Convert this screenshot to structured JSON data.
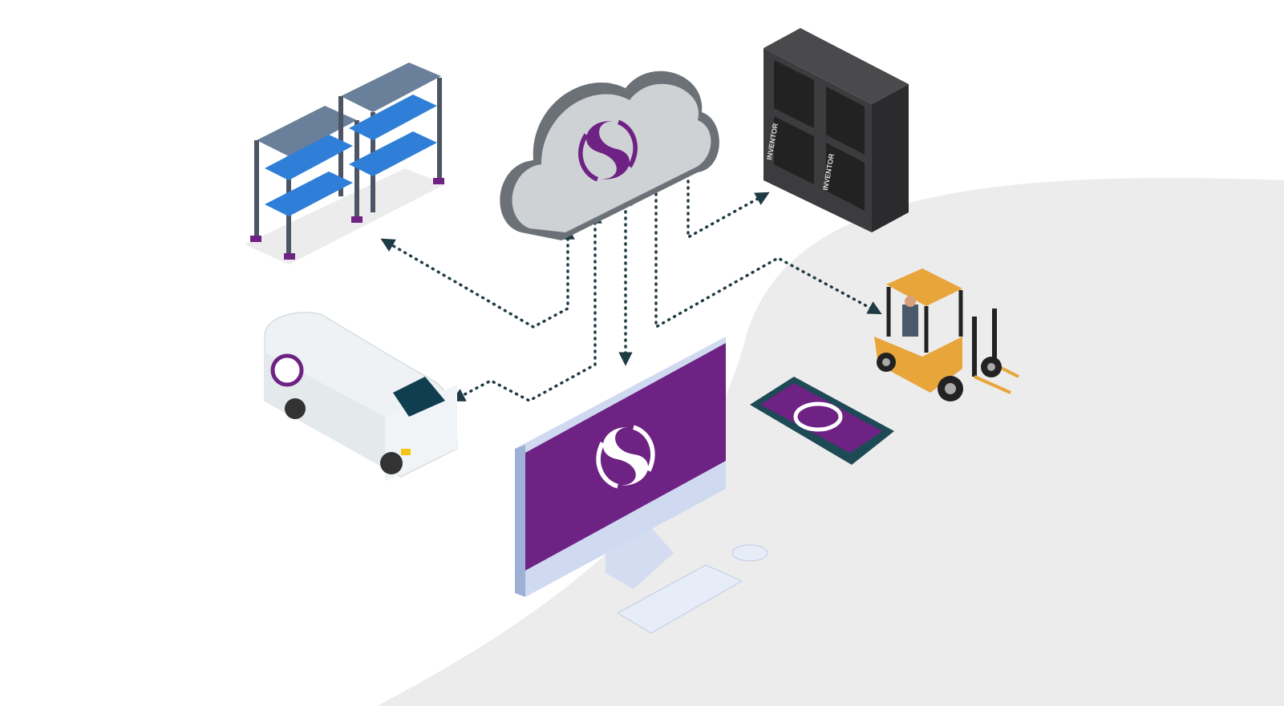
{
  "diagram": {
    "hub": "cloud",
    "nodes": [
      {
        "id": "warehouse-shelving",
        "connected_to": "cloud"
      },
      {
        "id": "server-cabinet",
        "label": "INVENTOR",
        "connected_to": "cloud"
      },
      {
        "id": "forklift",
        "connected_to": "cloud"
      },
      {
        "id": "delivery-van",
        "connected_to": "cloud"
      },
      {
        "id": "desktop-computer",
        "connected_to": "cloud"
      },
      {
        "id": "smartphone"
      }
    ],
    "server_label": "INVENTOR"
  },
  "colors": {
    "brand_purple": "#6e2283",
    "connector": "#1e3a44",
    "ground": "#ececec",
    "cloud": "#cfd2d5",
    "forklift": "#e8a53a"
  }
}
